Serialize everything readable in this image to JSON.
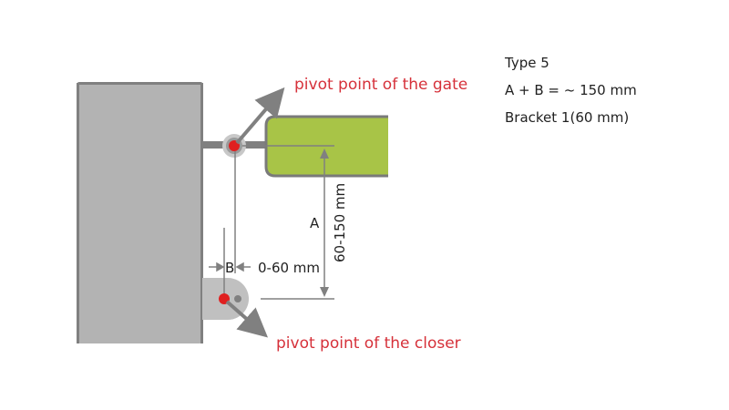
{
  "labels": {
    "gate_pivot": "pivot point of the gate",
    "closer_pivot": "pivot point of the closer",
    "dimension_a": "A",
    "dimension_a_range": "60-150 mm",
    "dimension_b": "B",
    "dimension_b_range": "0-60 mm"
  },
  "info": {
    "type": "Type 5",
    "formula": "A + B = ~ 150 mm",
    "bracket": "Bracket 1(60 mm)"
  },
  "colors": {
    "post": "#b3b3b3",
    "post_edge": "#808080",
    "gate": "#a8c447",
    "gate_edge": "#7a7a7a",
    "pivot": "#e02020",
    "arrow": "#808080",
    "label_red": "#d6313a"
  }
}
